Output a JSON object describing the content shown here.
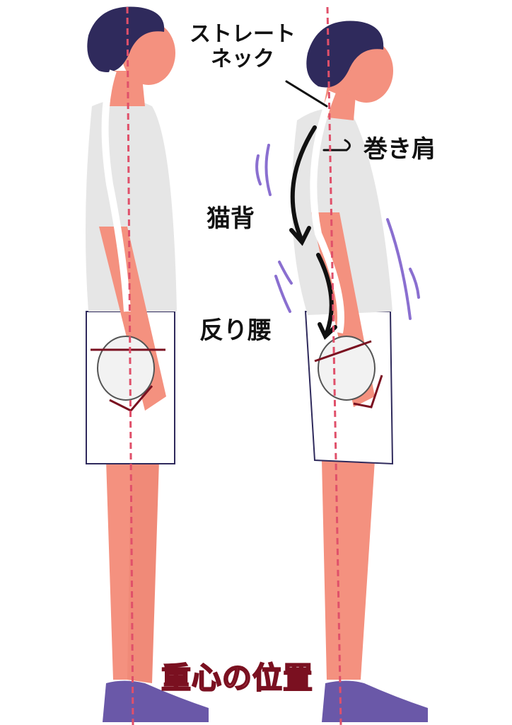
{
  "labels": {
    "straight_neck_line1": "ストレート",
    "straight_neck_line2": "ネック",
    "rounded_shoulders": "巻き肩",
    "hunchback": "猫背",
    "swayback": "反り腰",
    "center_of_gravity": "重心の位置"
  },
  "colors": {
    "hair": "#2f2a5c",
    "skin": "#f4917f",
    "shirt": "#e6e6e6",
    "shoes": "#6a58a8",
    "gravity_line": "#e0506a",
    "pelvis_line": "#7a1020",
    "motion_lines": "#8a6fd0"
  }
}
